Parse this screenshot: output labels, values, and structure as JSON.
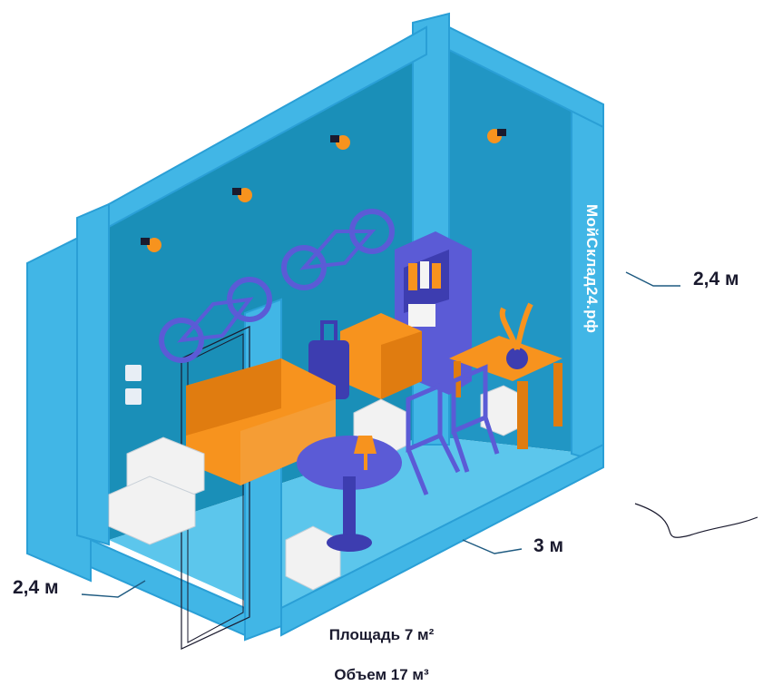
{
  "brand": {
    "name": "МойСклад24.рф"
  },
  "dimensions": {
    "height_right": "2,4 м",
    "length_front": "3 м",
    "height_left": "2,4 м"
  },
  "captions": {
    "area": "Площадь 7 м²",
    "volume": "Объем 17 м³"
  },
  "colors": {
    "frame": "#41b6e6",
    "frame_dark": "#2a9fd6",
    "wall": "#1a8fb8",
    "wall_dark": "#147aa0",
    "floor": "#5cc6ec",
    "furniture_orange": "#f7931e",
    "furniture_purple": "#5b5bd6",
    "box_white": "#f2f2f2",
    "text_dark": "#1a1a2e"
  },
  "objects": [
    "bicycle-icon",
    "bicycle-icon",
    "ceiling-lamp-icon",
    "sofa-icon",
    "suitcase-icon",
    "dresser-icon",
    "bookshelf-icon",
    "plant-icon",
    "table-icon",
    "chair-icon",
    "round-table-icon",
    "table-lamp-icon",
    "cardboard-box-icon",
    "power-outlet-icon"
  ]
}
